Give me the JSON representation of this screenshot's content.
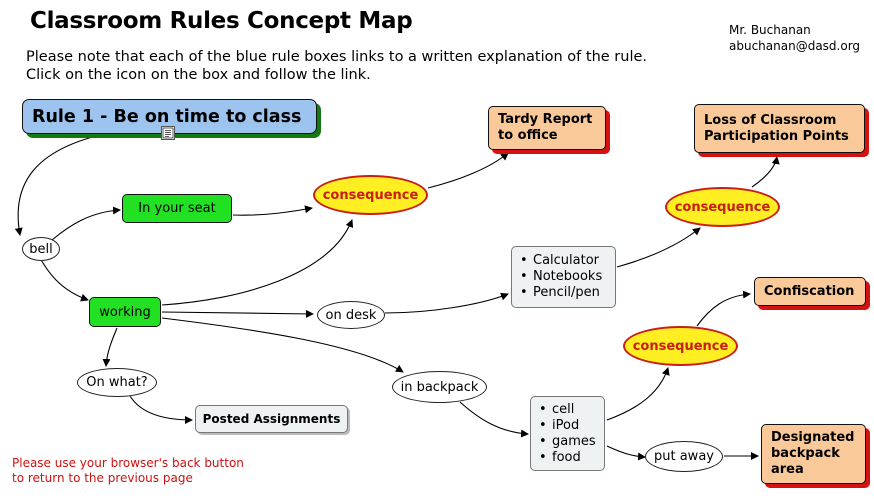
{
  "header": {
    "title": "Classroom Rules Concept Map",
    "author_name": "Mr. Buchanan",
    "author_email": "abuchanan@dasd.org",
    "note_line1": "Please note that each of the blue rule boxes links to a written explanation of the rule.",
    "note_line2": "Click on the icon on the box and follow the link."
  },
  "footer": {
    "back_line1": "Please use your browser's back button",
    "back_line2": "to return to the previous page"
  },
  "map": {
    "rule1": "Rule 1 - Be on time to class",
    "link_icon": "document-link-icon",
    "in_seat": "In your seat",
    "working": "working",
    "bell": "bell",
    "on_what": "On what?",
    "posted": "Posted Assignments",
    "on_desk": "on desk",
    "in_backpack": "in backpack",
    "put_away": "put away",
    "consequence": "consequence",
    "tardy_line1": "Tardy Report",
    "tardy_line2": "to office",
    "loss_line1": "Loss of Classroom",
    "loss_line2": "Participation Points",
    "confiscation": "Confiscation",
    "designated_line1": "Designated",
    "designated_line2": "backpack",
    "designated_line3": "area",
    "desk_items": [
      "Calculator",
      "Notebooks",
      "Pencil/pen"
    ],
    "backpack_items": [
      "cell",
      "iPod",
      "games",
      "food"
    ]
  },
  "colors": {
    "rule_box": "#9dc3ef",
    "rule_shadow": "#137a13",
    "action_box": "#22e022",
    "result_box": "#f9c99a",
    "result_shadow": "#d41212",
    "consequence_fill": "#ffee22",
    "consequence_text": "#c81e14",
    "back_note": "#d01010"
  }
}
